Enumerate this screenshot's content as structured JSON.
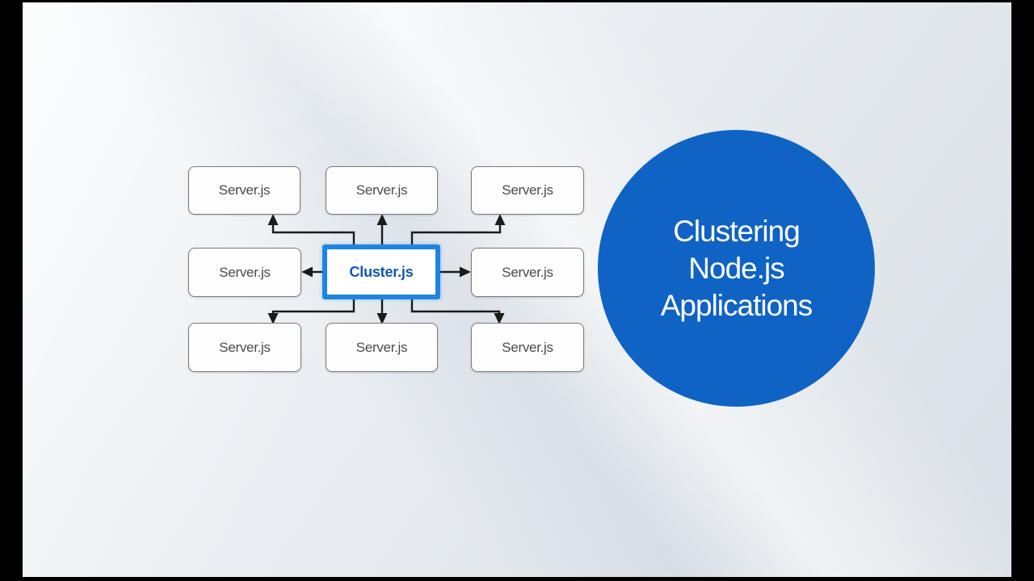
{
  "diagram": {
    "cluster_label": "Cluster.js",
    "servers": [
      "Server.js",
      "Server.js",
      "Server.js",
      "Server.js",
      "Server.js",
      "Server.js",
      "Server.js",
      "Server.js"
    ],
    "edges": [
      {
        "from": "Cluster.js",
        "to": "Server.js top-left"
      },
      {
        "from": "Cluster.js",
        "to": "Server.js top-center"
      },
      {
        "from": "Cluster.js",
        "to": "Server.js top-right"
      },
      {
        "from": "Cluster.js",
        "to": "Server.js mid-left"
      },
      {
        "from": "Cluster.js",
        "to": "Server.js mid-right"
      },
      {
        "from": "Cluster.js",
        "to": "Server.js bottom-left"
      },
      {
        "from": "Cluster.js",
        "to": "Server.js bottom-center"
      },
      {
        "from": "Cluster.js",
        "to": "Server.js bottom-right"
      }
    ]
  },
  "badge": {
    "lines": [
      "Clustering",
      "Node.js",
      "Applications"
    ]
  },
  "colors": {
    "frame_black": "#000000",
    "circle_blue": "#0f63c5",
    "cluster_border_blue": "#1e84e1",
    "cluster_text_blue": "#1157b0",
    "server_border_gray": "#7b7b7b",
    "server_text_gray": "#4b4b4b",
    "arrow_black": "#1b1b1b"
  }
}
